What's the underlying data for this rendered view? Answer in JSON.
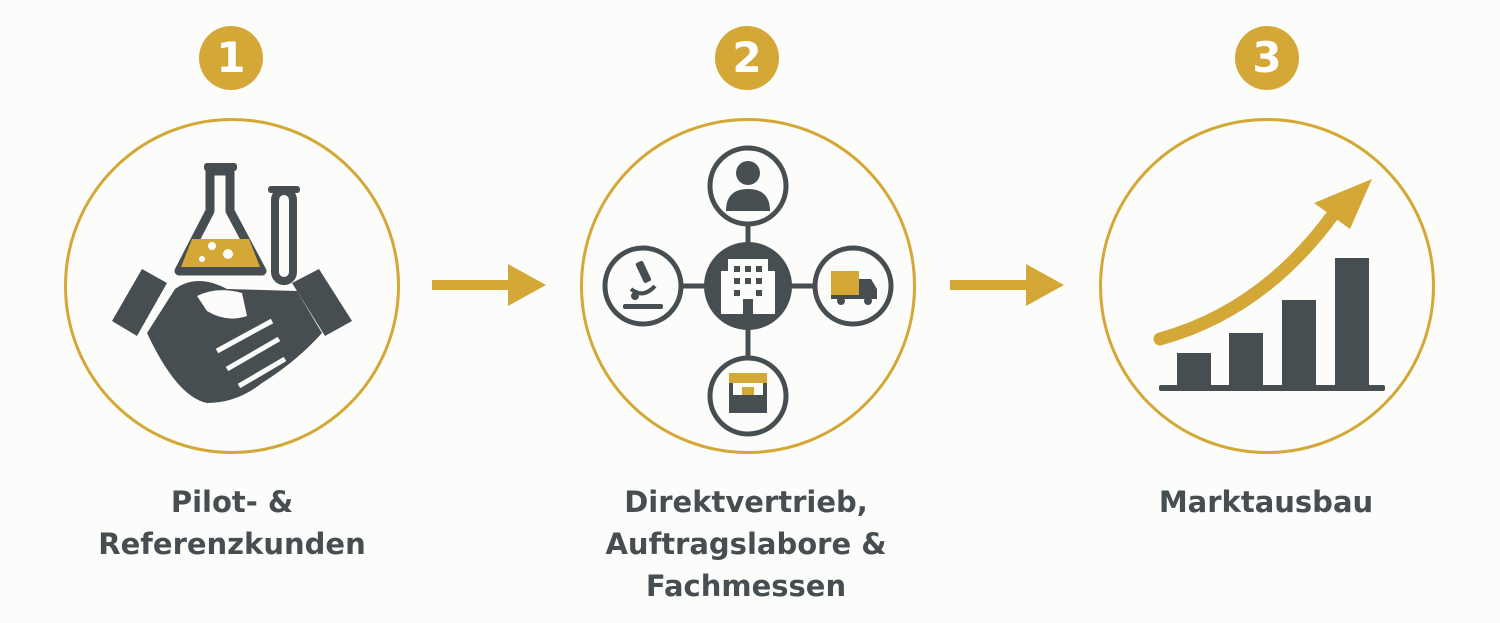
{
  "colors": {
    "gold": "#d3a837",
    "slate": "#474e52",
    "background": "#fcfcfb"
  },
  "steps": [
    {
      "number": "1",
      "label": "Pilot- &\nReferenzkunden",
      "icons": [
        "flask-icon",
        "test-tube-icon",
        "handshake-icon"
      ]
    },
    {
      "number": "2",
      "label": "Direktvertrieb,\nAuftragslabore &\nFachmessen",
      "icons": [
        "person-icon",
        "building-icon",
        "microscope-icon",
        "truck-icon",
        "booth-icon"
      ]
    },
    {
      "number": "3",
      "label": "Marktausbau",
      "icons": [
        "bar-chart-icon",
        "trend-arrow-icon"
      ]
    }
  ],
  "connectors": [
    "arrow-right-icon",
    "arrow-right-icon"
  ]
}
